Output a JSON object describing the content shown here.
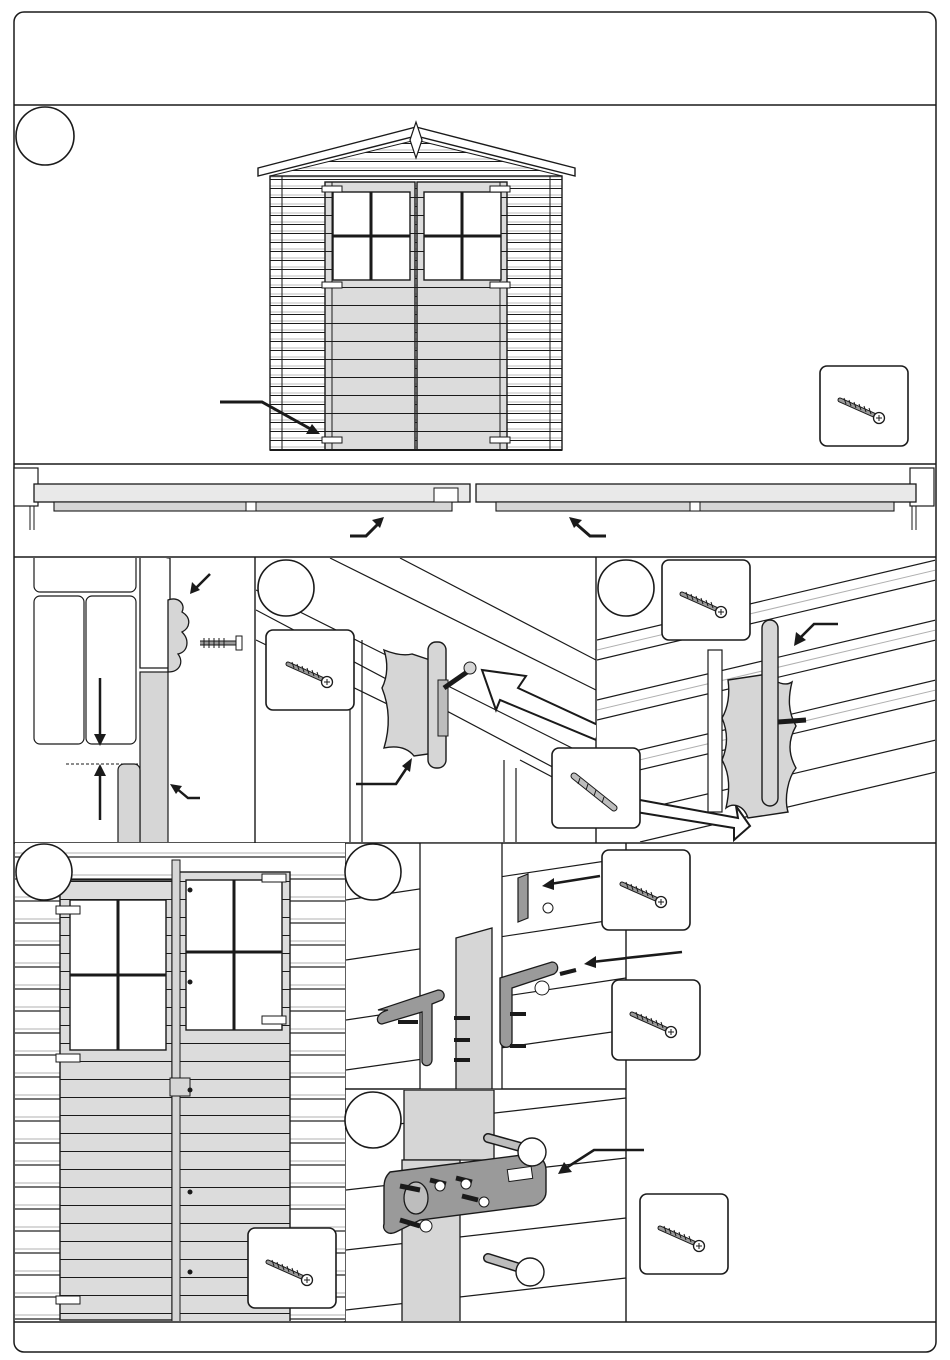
{
  "page": {
    "kind": "assembly-instruction-sheet",
    "colors": {
      "line": "#1a1a1a",
      "panel_fill": "#d6d6d6",
      "door_fill": "#e2e2e2",
      "paper": "#ffffff",
      "screw": "#9a9a9a"
    }
  },
  "header": {
    "text": ""
  },
  "steps": [
    {
      "id": "step-1",
      "number": ""
    },
    {
      "id": "step-2",
      "number": ""
    },
    {
      "id": "step-3",
      "number": ""
    },
    {
      "id": "step-4",
      "number": ""
    },
    {
      "id": "step-5",
      "number": ""
    },
    {
      "id": "step-6",
      "number": ""
    }
  ],
  "icons": {
    "screw": "screw-icon",
    "drill_bit": "drill-bit-icon",
    "arrow": "arrow-icon",
    "hinge": "hinge-icon",
    "bracket": "bracket-icon"
  },
  "parts_callouts": [
    {
      "icon": "screw-icon",
      "quantity": ""
    },
    {
      "icon": "screw-icon",
      "quantity": ""
    },
    {
      "icon": "screw-icon",
      "quantity": ""
    },
    {
      "icon": "drill-bit-icon",
      "quantity": ""
    },
    {
      "icon": "screw-icon",
      "quantity": ""
    },
    {
      "icon": "screw-icon",
      "quantity": ""
    },
    {
      "icon": "screw-icon",
      "quantity": ""
    },
    {
      "icon": "screw-icon",
      "quantity": ""
    }
  ]
}
